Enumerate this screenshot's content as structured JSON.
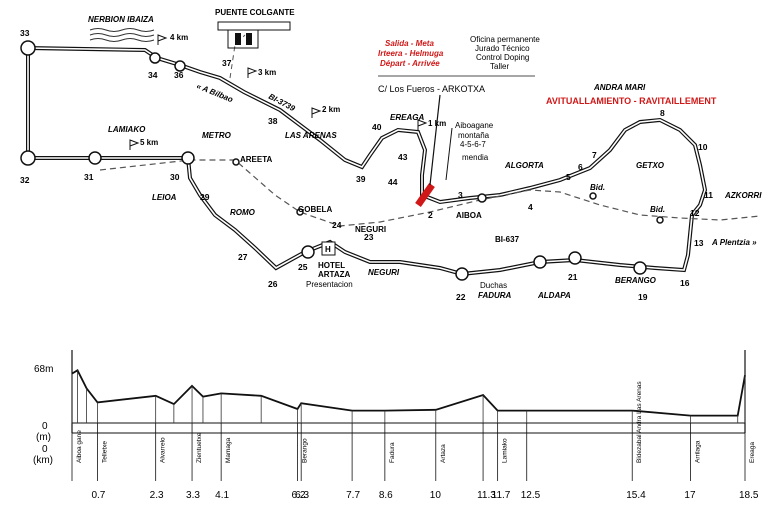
{
  "map": {
    "places": [
      {
        "id": "nerbion",
        "text": "NERBION IBAIZA"
      },
      {
        "id": "puente",
        "text": "PUENTE COLGANTE"
      },
      {
        "id": "lamiako",
        "text": "LAMIAKO"
      },
      {
        "id": "metro",
        "text": "METRO"
      },
      {
        "id": "areeta",
        "text": "AREETA"
      },
      {
        "id": "leioa",
        "text": "LEIOA"
      },
      {
        "id": "romo",
        "text": "ROMO"
      },
      {
        "id": "gobela",
        "text": "GOBELA"
      },
      {
        "id": "neguri1",
        "text": "NEGURI"
      },
      {
        "id": "neguri2",
        "text": "NEGURI"
      },
      {
        "id": "lasarenas",
        "text": "LAS ARENAS"
      },
      {
        "id": "ereaga",
        "text": "EREAGA"
      },
      {
        "id": "algorta",
        "text": "ALGORTA"
      },
      {
        "id": "aiboa",
        "text": "AIBOA"
      },
      {
        "id": "getxo",
        "text": "GETXO"
      },
      {
        "id": "azkorri",
        "text": "AZKORRI"
      },
      {
        "id": "andramari",
        "text": "ANDRA MARI"
      },
      {
        "id": "berango",
        "text": "BERANGO"
      },
      {
        "id": "aldapa",
        "text": "ALDAPA"
      },
      {
        "id": "fadura",
        "text": "FADURA"
      },
      {
        "id": "duchas",
        "text": "Duchas"
      },
      {
        "id": "hotel",
        "text": "HOTEL"
      },
      {
        "id": "artaza",
        "text": "ARTAZA"
      },
      {
        "id": "presentacion",
        "text": "Presentacion"
      },
      {
        "id": "bi637",
        "text": "BI-637"
      },
      {
        "id": "bi3739",
        "text": "BI-3739"
      },
      {
        "id": "bilbao",
        "text": "« A Bilbao"
      },
      {
        "id": "plentzia",
        "text": "A Plentzia »"
      },
      {
        "id": "bid1",
        "text": "Bid."
      },
      {
        "id": "bid2",
        "text": "Bid."
      },
      {
        "id": "aiboagane",
        "text": "Aiboagane"
      },
      {
        "id": "montana",
        "text": "montaña"
      },
      {
        "id": "montana_n",
        "text": "4-5-6-7"
      },
      {
        "id": "mendia",
        "text": "mendia"
      },
      {
        "id": "los_fueros",
        "text": "C/ Los Fueros - ARKOTXA"
      }
    ],
    "km_flags": [
      "4 km",
      "3 km",
      "2 km",
      "1 km",
      "5 km"
    ],
    "hotel_icon": "H",
    "legend_red": [
      "Salida - Meta",
      "Irteera - Helmuga",
      "Départ - Arrivée"
    ],
    "legend_black": [
      "Oficina permanente",
      "Jurado Técnico",
      "Control Doping",
      "Taller"
    ],
    "avituallamiento": "AVITUALLAMIENTO - RAVITAILLEMENT",
    "numbers": [
      "2",
      "3",
      "4",
      "5",
      "6",
      "7",
      "8",
      "10",
      "11",
      "12",
      "13",
      "16",
      "19",
      "21",
      "22",
      "23",
      "24",
      "25",
      "26",
      "27",
      "29",
      "30",
      "31",
      "32",
      "33",
      "34",
      "36",
      "37",
      "38",
      "39",
      "40",
      "43",
      "44"
    ]
  },
  "profile": {
    "y_labels": {
      "top": "68m",
      "zero_m": "0",
      "zero_m_unit": "(m)",
      "zero_km": "0",
      "zero_km_unit": "(km)"
    },
    "chart_data": {
      "type": "area",
      "xlim": [
        0,
        18.5
      ],
      "ylim": [
        0,
        68
      ],
      "distance_km": [
        0,
        0.15,
        0.4,
        0.7,
        2.3,
        2.8,
        3.3,
        3.6,
        4.1,
        5.2,
        6.2,
        6.3,
        7.7,
        8.6,
        10,
        11.3,
        11.7,
        12.5,
        15.4,
        17,
        18.3,
        18.5
      ],
      "altitude_m": [
        60,
        64,
        42,
        25,
        33,
        23,
        45,
        32,
        36,
        33,
        17,
        24,
        15,
        15,
        16,
        34,
        15,
        15,
        15,
        9,
        9,
        58
      ],
      "tick_km": [
        "0",
        "0.7",
        "2.3",
        "3.3",
        "4.1",
        "6.2",
        "6.3",
        "7.7",
        "8.6",
        "10",
        "11.3",
        "11.7",
        "12.5",
        "15.4",
        "17",
        "18.5"
      ],
      "tick_place": [
        "Aiboa gane",
        "Telletxe",
        "Alvarrelo",
        "Zientuetxe",
        "Mamaga",
        "Berango",
        "",
        "",
        "Fadura",
        "Artaza",
        "",
        "Lamiako",
        "",
        "Bidezabal Andra Las Arenas",
        "Arrilaga",
        "Ereaga"
      ]
    }
  }
}
